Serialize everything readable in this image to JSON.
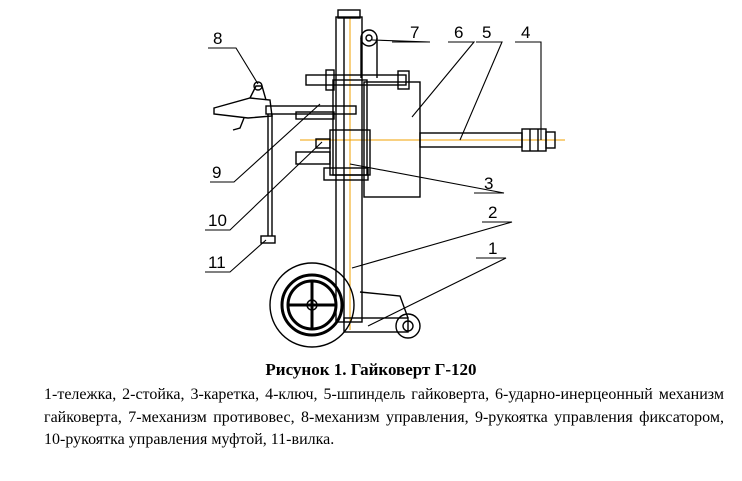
{
  "figure": {
    "caption": "Рисунок 1. Гайковерт Г-120",
    "legend": "1-тележка, 2-стойка, 3-каретка, 4-ключ, 5-шпиндель гайковерта, 6-ударно-инерцеонный механизм гайковерта, 7-механизм противовес, 8-механизм управления, 9-рукоятка управления фиксатором, 10-рукоятка управления муфтой, 11-вилка."
  },
  "callouts": {
    "c1": "1",
    "c2": "2",
    "c3": "3",
    "c4": "4",
    "c5": "5",
    "c6": "6",
    "c7": "7",
    "c8": "8",
    "c9": "9",
    "c10": "10",
    "c11": "11"
  },
  "colors": {
    "line": "#000000",
    "axis": "#f0a000",
    "fill": "#ffffff"
  }
}
